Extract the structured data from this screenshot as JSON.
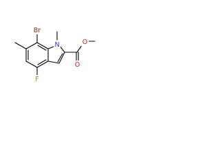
{
  "molecule": {
    "atoms": {
      "br": {
        "label": "Br"
      },
      "n": {
        "label": "N"
      },
      "f": {
        "label": "F"
      },
      "o_carbonyl": {
        "label": "O"
      },
      "o_ester": {
        "label": "O"
      }
    },
    "colors": {
      "bond": "#000000",
      "Br": "#8b2e16",
      "N": "#1e3fd0",
      "O": "#d11a1a",
      "F": "#6fa02b"
    }
  }
}
